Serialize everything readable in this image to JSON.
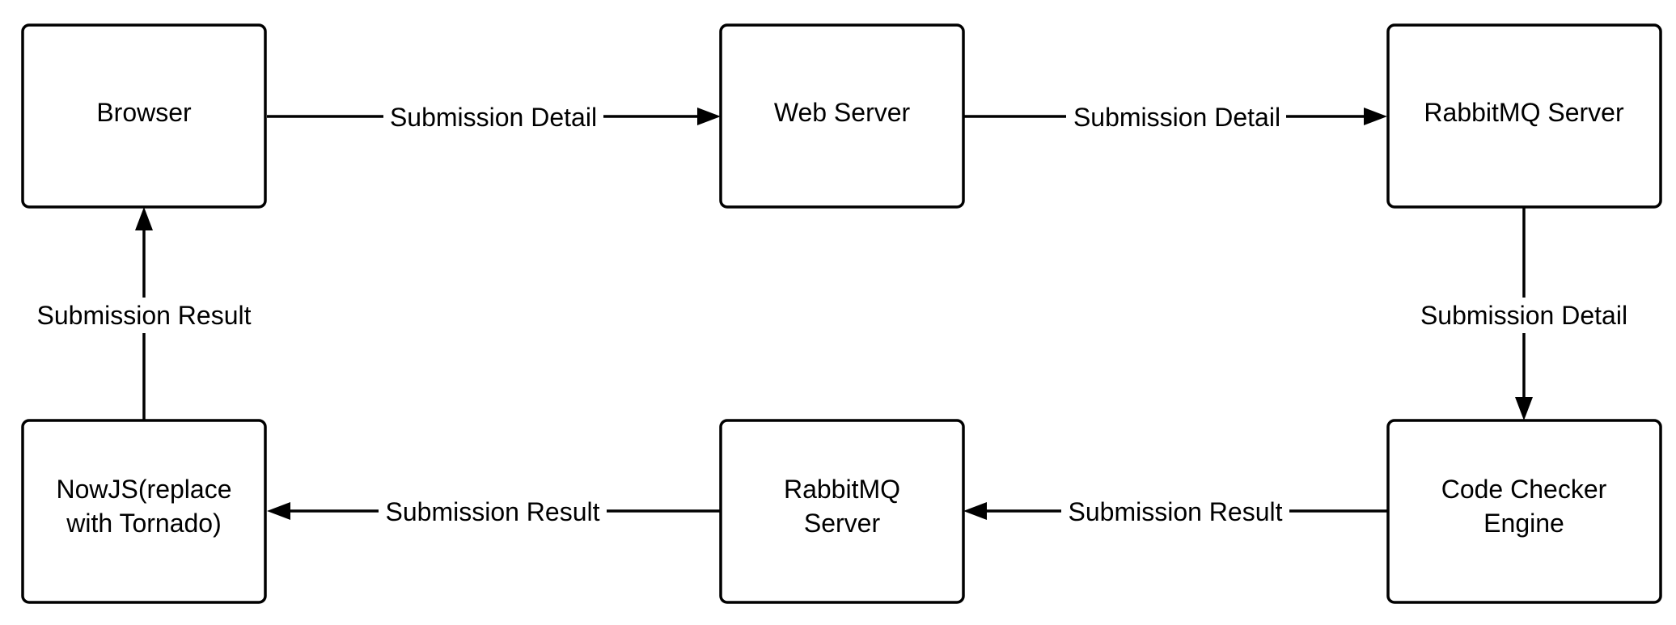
{
  "nodes": {
    "browser": {
      "lines": [
        "Browser"
      ]
    },
    "web_server": {
      "lines": [
        "Web Server"
      ]
    },
    "rabbitmq_top": {
      "lines": [
        "RabbitMQ Server"
      ]
    },
    "nowjs": {
      "lines": [
        "NowJS(replace",
        "with Tornado)"
      ]
    },
    "rabbitmq_bottom": {
      "lines": [
        "RabbitMQ",
        "Server"
      ]
    },
    "code_checker": {
      "lines": [
        "Code Checker",
        "Engine"
      ]
    }
  },
  "edges": {
    "browser_to_web": {
      "label": "Submission Detail"
    },
    "web_to_rabbit": {
      "label": "Submission Detail"
    },
    "rabbit_to_checker": {
      "label": "Submission Detail"
    },
    "checker_to_rabbit": {
      "label": "Submission Result"
    },
    "rabbit_to_nowjs": {
      "label": "Submission Result"
    },
    "nowjs_to_browser": {
      "label": "Submission Result"
    }
  }
}
